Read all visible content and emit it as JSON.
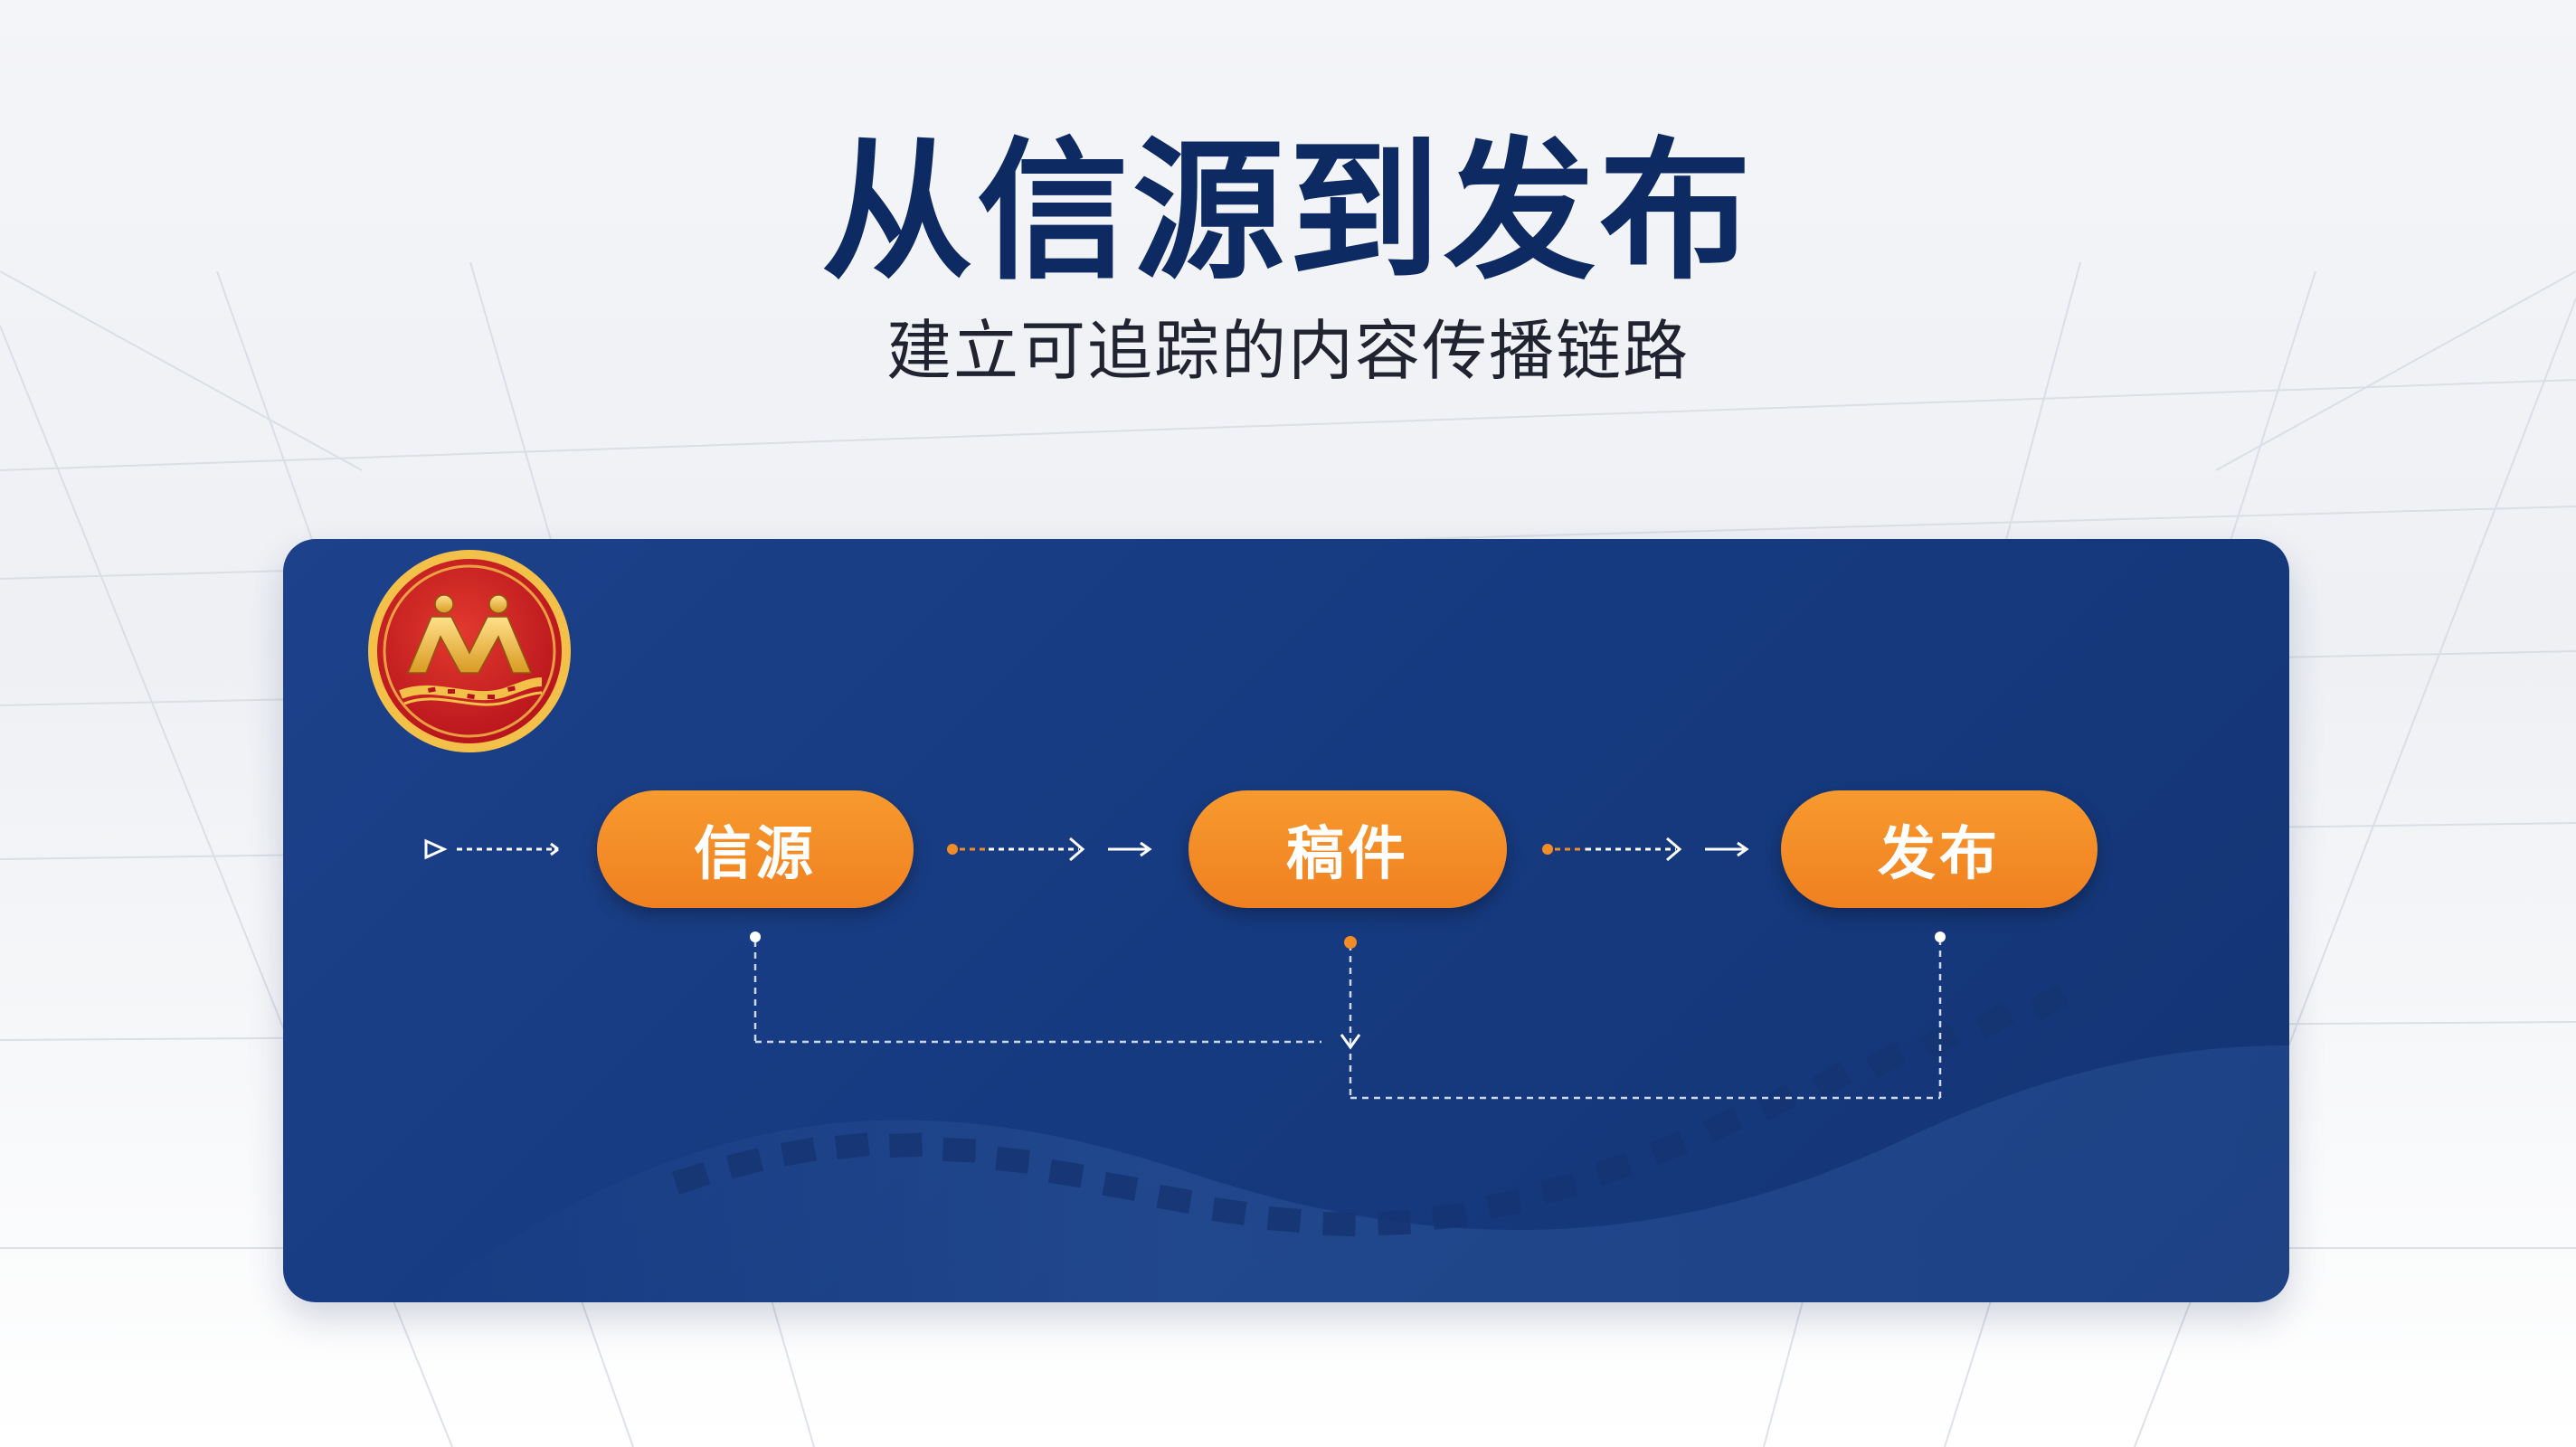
{
  "title": "从信源到发布",
  "subtitle": "建立可追踪的内容传播链路",
  "nodes": [
    {
      "label": "信源"
    },
    {
      "label": "稿件"
    },
    {
      "label": "发布"
    }
  ],
  "logo": {
    "icon": "red-gold-emblem-icon",
    "text": "M"
  },
  "colors": {
    "title": "#0e2a63",
    "panel": "#1a3d82",
    "node": "#f28c26",
    "logo_red": "#c8161e",
    "logo_gold": "#f2c14e"
  }
}
